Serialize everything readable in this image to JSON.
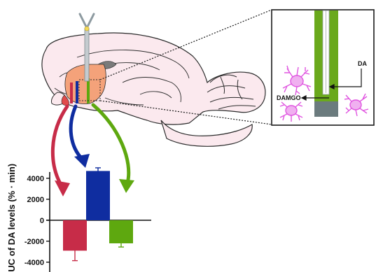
{
  "inset": {
    "label_da": "DA",
    "label_damgo": "DAMGO"
  },
  "chart_data": {
    "type": "bar",
    "ylabel": "AUC of DA levels (% · min)",
    "yticks": [
      4000,
      2000,
      0,
      -2000,
      -4000
    ],
    "ylim": [
      -4600,
      5000
    ],
    "series": [
      {
        "color": "#c72c48",
        "value": -2900,
        "error": 950
      },
      {
        "color": "#0f2da0",
        "value": 4700,
        "error": 300
      },
      {
        "color": "#5ea80f",
        "value": -2200,
        "error": 350
      }
    ]
  },
  "colors": {
    "brain_fill": "#fbe9ee",
    "brain_stroke": "#2b2b2b",
    "striatum": "#f4a27a",
    "probe": "#6aa91c",
    "probe_tip": "#6b7b7e",
    "microglia": "#e056e0",
    "red": "#c72c48",
    "blue": "#0f2da0",
    "green": "#5ea80f"
  }
}
